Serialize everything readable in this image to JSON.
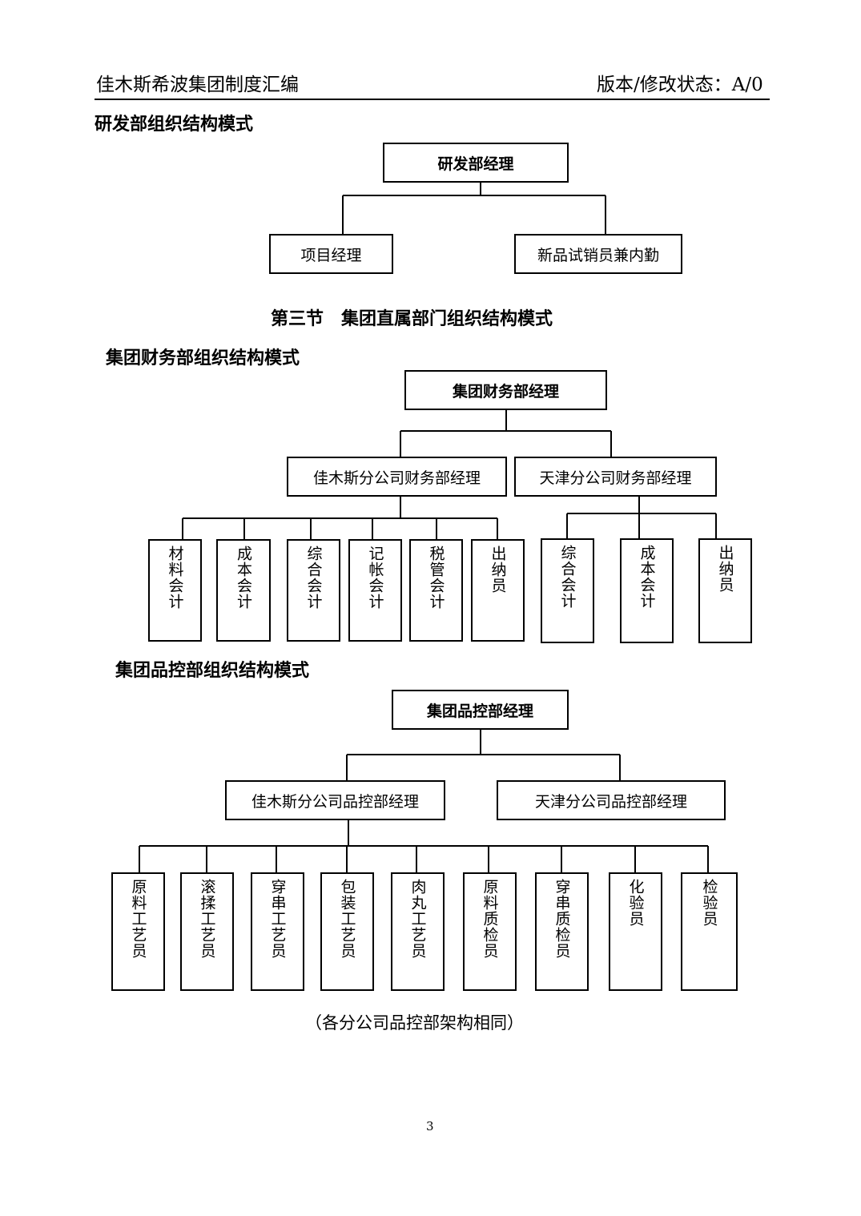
{
  "header": {
    "left": "佳木斯希波集团制度汇编",
    "right": "版本/修改状态：A/0"
  },
  "rd": {
    "heading": "研发部组织结构模式",
    "manager": "研发部经理",
    "children": [
      "项目经理",
      "新品试销员兼内勤"
    ]
  },
  "section_title": "第三节　集团直属部门组织结构模式",
  "finance": {
    "heading": "集团财务部组织结构模式",
    "manager": "集团财务部经理",
    "branches": [
      "佳木斯分公司财务部经理",
      "天津分公司财务部经理"
    ],
    "jms_staff": [
      "材料会计",
      "成本会计",
      "综合会计",
      "记帐会计",
      "税管会计",
      "出纳员"
    ],
    "tj_staff": [
      "综合会计",
      "成本会计",
      "出纳员"
    ]
  },
  "qc": {
    "heading": "集团品控部组织结构模式",
    "manager": "集团品控部经理",
    "branches": [
      "佳木斯分公司品控部经理",
      "天津分公司品控部经理"
    ],
    "staff": [
      "原料工艺员",
      "滚揉工艺员",
      "穿串工艺员",
      "包装工艺员",
      "肉丸工艺员",
      "原料质检员",
      "穿串质检员",
      "化验员",
      "检验员"
    ],
    "note": "（各分公司品控部架构相同）"
  },
  "page_number": "3"
}
